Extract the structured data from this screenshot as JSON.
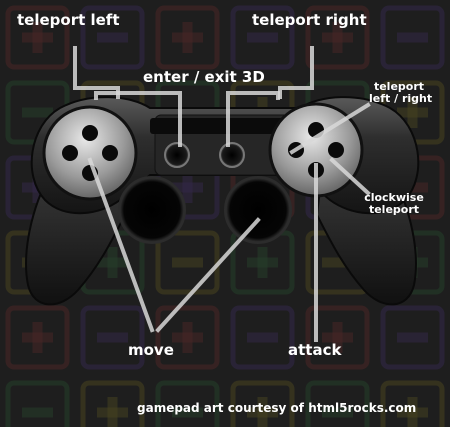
{
  "labels": {
    "teleport_left": "teleport left",
    "teleport_right": "teleport right",
    "enter_exit_3d": "enter / exit 3D",
    "teleport_left_right_line1": "teleport",
    "teleport_left_right_line2": "left / right",
    "clockwise_teleport_line1": "clockwise",
    "clockwise_teleport_line2": "teleport",
    "move": "move",
    "attack": "attack"
  },
  "credit": "gamepad art courtesy of html5rocks.com",
  "colors": {
    "background": "#1e1e1e",
    "pattern_red": "#4a2626",
    "pattern_green": "#25402a",
    "pattern_purple": "#33284a",
    "pattern_yellow": "#48441f",
    "callout_line": "#d8d8d8",
    "text": "#ffffff",
    "gamepad_body": "#2a2a2a"
  },
  "icons": [
    "dpad-cluster",
    "face-button-cluster",
    "left-analog-stick",
    "right-analog-stick",
    "select-button",
    "start-button"
  ]
}
